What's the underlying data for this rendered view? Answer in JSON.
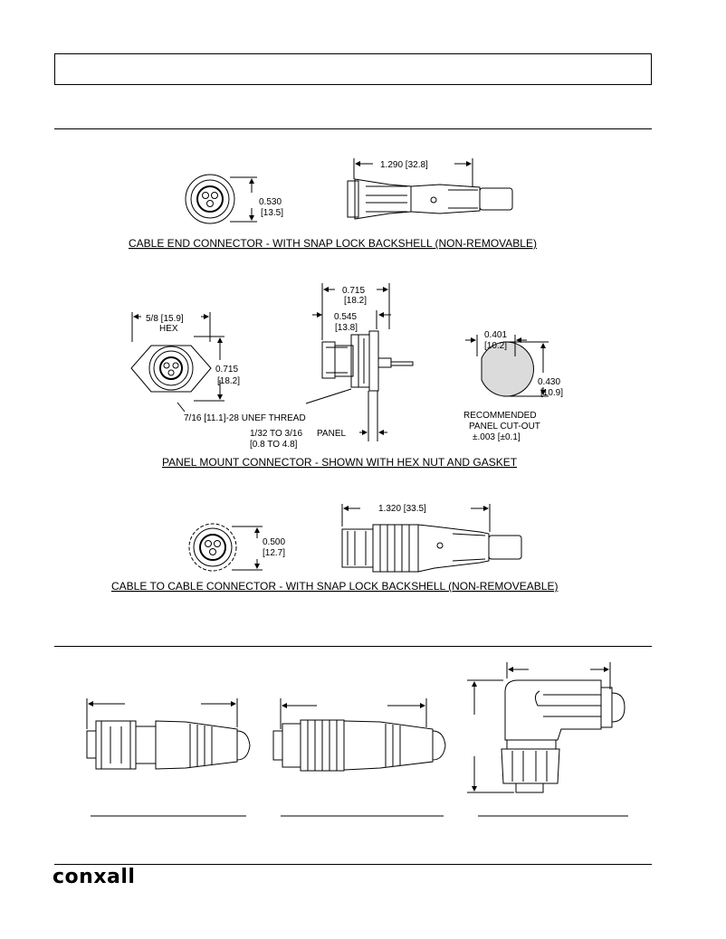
{
  "header": {
    "title": ""
  },
  "section1": {
    "cable_end": {
      "dia": "0.530",
      "dia_mm": "[13.5]",
      "length": "1.290 [32.8]",
      "caption": "CABLE END CONNECTOR - WITH SNAP LOCK BACKSHELL (NON-REMOVABLE)"
    },
    "panel_mount": {
      "hex": "5/8 [15.9]",
      "hex_label": "HEX",
      "height": "0.715",
      "height_mm": "[18.2]",
      "thread": "7/16 [11.1]-28 UNEF THREAD",
      "len1": "0.715",
      "len1_mm": "[18.2]",
      "len2": "0.545",
      "len2_mm": "[13.8]",
      "panel_range": "1/32 TO 3/16",
      "panel_range_mm": "[0.8 TO 4.8]",
      "panel_label": "PANEL",
      "cut_w": "0.401",
      "cut_w_mm": "[10.2]",
      "cut_h": "0.430",
      "cut_h_mm": "[10.9]",
      "cutout_l1": "RECOMMENDED",
      "cutout_l2": "PANEL CUT-OUT",
      "cutout_l3": "±.003 [±0.1]",
      "caption": "PANEL MOUNT CONNECTOR - SHOWN WITH HEX NUT AND GASKET"
    },
    "cable_to_cable": {
      "dia": "0.500",
      "dia_mm": "[12.7]",
      "length": "1.320 [33.5]",
      "caption": "CABLE TO CABLE CONNECTOR - WITH SNAP LOCK BACKSHELL (NON-REMOVEABLE)"
    }
  },
  "footer": {
    "logo": "conxall"
  }
}
